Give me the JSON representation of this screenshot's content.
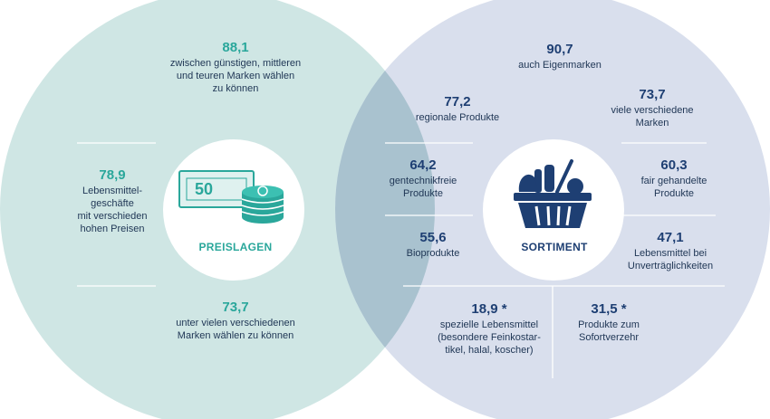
{
  "colors": {
    "left_circle": "#cfe6e4",
    "right_circle": "#d9dfed",
    "overlap": "#a9c2cf",
    "teal": "#2aa79b",
    "navy": "#1e3f73",
    "text": "#1e3554"
  },
  "left": {
    "title": "PREISLAGEN",
    "icon": "price-money-coins-icon",
    "card_value": "50",
    "items": [
      {
        "value": "88,1",
        "label": "zwischen günstigen, mittleren\nund teuren Marken wählen\nzu können"
      },
      {
        "value": "78,9",
        "label": "Lebensmittel-\ngeschäfte\nmit verschieden\nhohen Preisen"
      },
      {
        "value": "73,7",
        "label": "unter vielen verschiedenen\nMarken wählen zu können"
      }
    ]
  },
  "right": {
    "title": "SORTIMENT",
    "icon": "shopping-basket-icon",
    "items": [
      {
        "value": "90,7",
        "label": "auch Eigenmarken"
      },
      {
        "value": "77,2",
        "label": "regionale Produkte"
      },
      {
        "value": "73,7",
        "label": "viele verschiedene\nMarken"
      },
      {
        "value": "64,2",
        "label": "gentechnikfreie\nProdukte"
      },
      {
        "value": "60,3",
        "label": "fair gehandelte\nProdukte"
      },
      {
        "value": "55,6",
        "label": "Bioprodukte"
      },
      {
        "value": "47,1",
        "label": "Lebensmittel bei\nUnverträglichkeiten"
      },
      {
        "value": "18,9 *",
        "label": "spezielle Lebensmittel\n(besondere Feinkostar-\ntikel, halal, koscher)"
      },
      {
        "value": "31,5 *",
        "label": "Produkte zum\nSofortverzehr"
      }
    ]
  }
}
